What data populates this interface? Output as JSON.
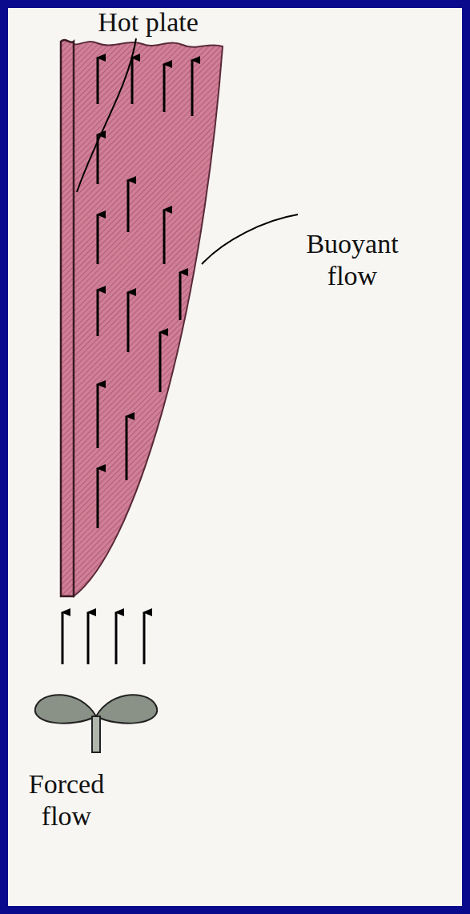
{
  "diagram": {
    "labels": [
      "Hot plate",
      "Buoyant flow",
      "Forced flow"
    ]
  }
}
